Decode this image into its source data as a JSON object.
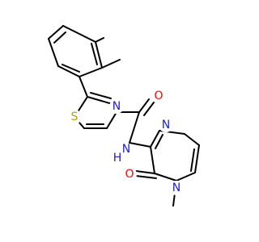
{
  "molecule": {
    "atoms": {
      "sulfur": {
        "label": "S",
        "color": "#b8a200"
      },
      "thiazole_nitrogen": {
        "label": "N",
        "color": "#2020d0"
      },
      "amide_nh": {
        "label": "H",
        "color": "#2020d0"
      },
      "amide_nitrogen": {
        "label": "N",
        "color": "#2020d0"
      },
      "amide_oxygen": {
        "label": "O",
        "color": "#ff0000"
      },
      "pyrazine_nitrogen": {
        "label": "N",
        "color": "#2020d0"
      },
      "ring_oxygen": {
        "label": "O",
        "color": "#ff0000"
      },
      "methyl_nitrogen": {
        "label": "N",
        "color": "#2020d0"
      }
    },
    "bond_color": "#000000"
  }
}
